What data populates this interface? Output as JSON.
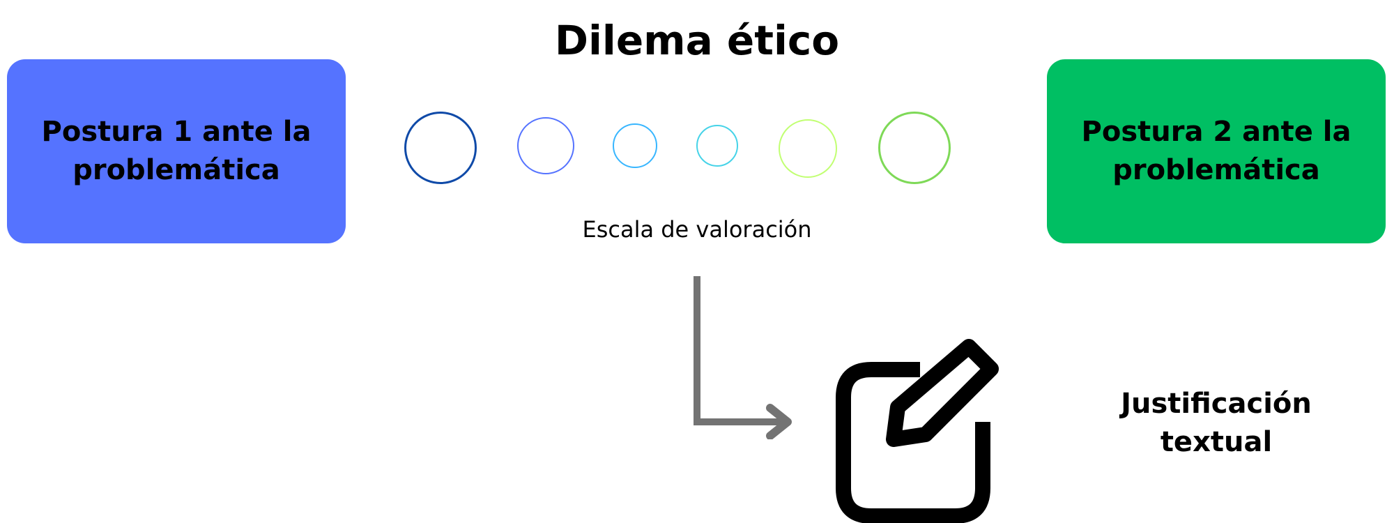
{
  "title": "Dilema ético",
  "postura_1": {
    "lines": [
      "Postura 1 ante la",
      "problemática"
    ],
    "color": "#5573FF"
  },
  "postura_2": {
    "lines": [
      "Postura 2 ante la",
      "problemática"
    ],
    "color": "#00BF63"
  },
  "scale": {
    "caption": "Escala de valoración",
    "options": [
      {
        "color": "#0F4AA8"
      },
      {
        "color": "#5573FF"
      },
      {
        "color": "#38B6FF"
      },
      {
        "color": "#46D3E8"
      },
      {
        "color": "#C1FF72"
      },
      {
        "color": "#7ED957"
      }
    ]
  },
  "arrow_color": "#737373",
  "icon": {
    "name": "edit-icon"
  },
  "justificacion": {
    "lines": [
      "Justificación",
      "textual"
    ]
  }
}
